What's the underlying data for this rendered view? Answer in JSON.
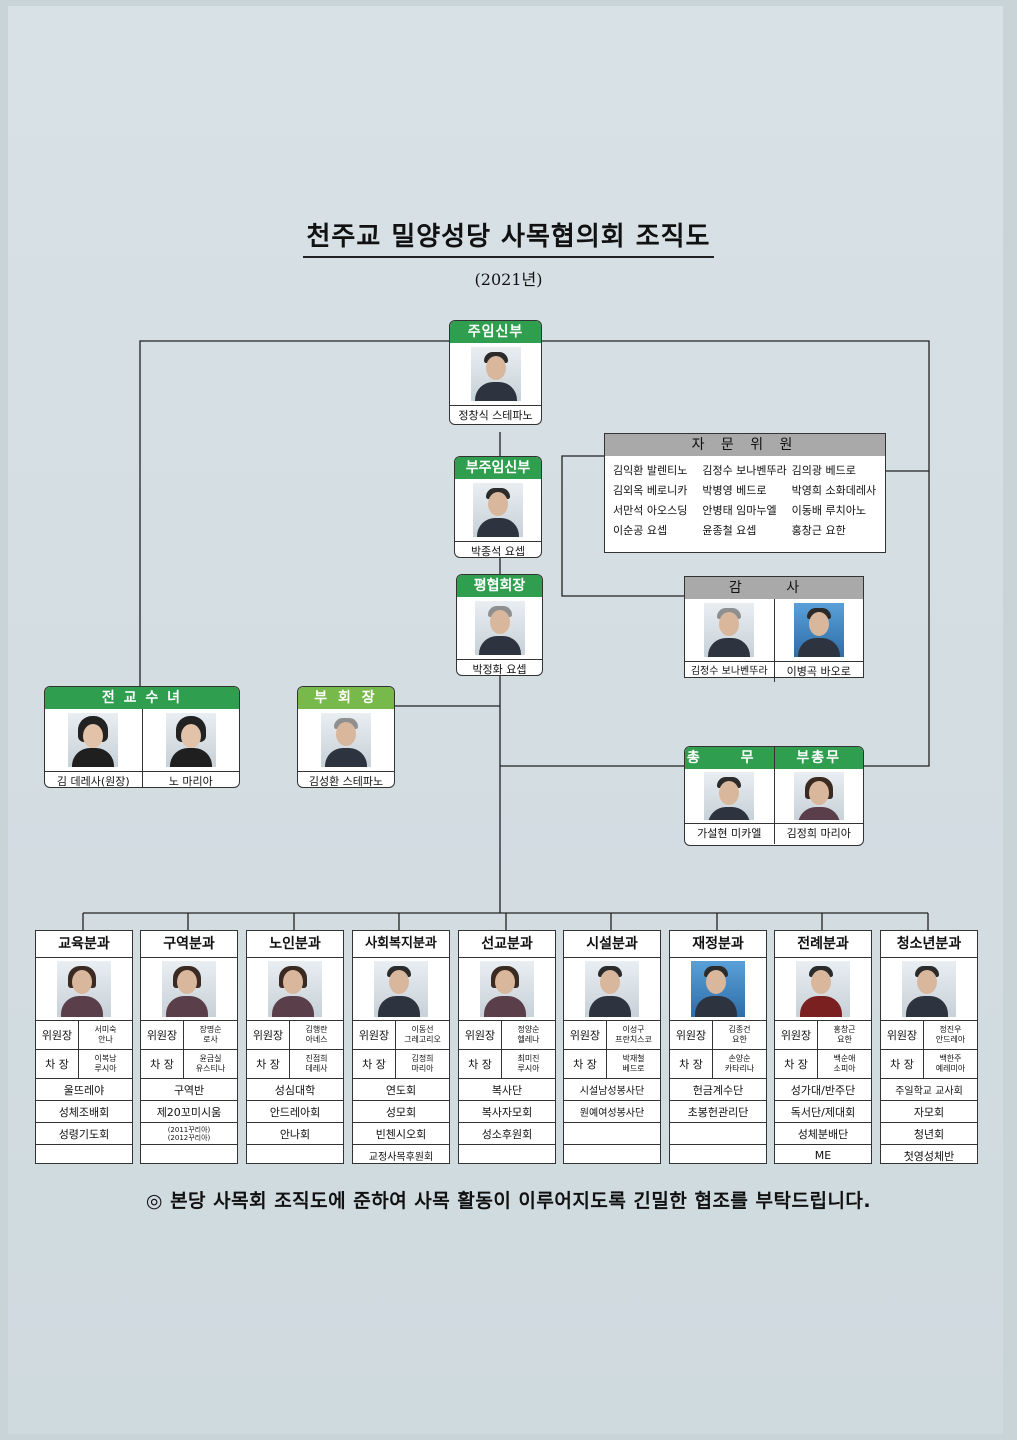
{
  "title": "천주교 밀양성당 사목협의회 조직도",
  "year": "(2021년)",
  "pastor": {
    "label": "주임신부",
    "name": "정창식 스테파노"
  },
  "assistant": {
    "label": "부주임신부",
    "name": "박종석 요셉"
  },
  "president": {
    "label": "평협회장",
    "name": "박정화 요셉"
  },
  "vice_president": {
    "label": "부 회 장",
    "name": "김성환 스테파노"
  },
  "nuns": {
    "label": "전 교 수 녀",
    "members": [
      "김 데레사(원장)",
      "노 마리아"
    ]
  },
  "advisory": {
    "label": "자 문 위 원",
    "members": [
      "김익환 발렌티노",
      "김정수 보나벤뚜라",
      "김의광 베드로",
      "김외옥 베로니카",
      "박병영 베드로",
      "박영희 소화데레사",
      "서만석 아오스딩",
      "안병태 임마누엘",
      "이동배 루치아노",
      "이순공 요셉",
      "윤종철 요셉",
      "홍창근 요한"
    ]
  },
  "audit": {
    "label": "감 사",
    "members": [
      "김정수 보나벤뚜라",
      "이병곡 바오로"
    ]
  },
  "general": {
    "label": "총 무",
    "name": "가설현 미카엘"
  },
  "vice_general": {
    "label": "부총무",
    "name": "김정희 마리아"
  },
  "role_chair": "위원장",
  "role_vice": "차 장",
  "departments": [
    {
      "name": "교육분과",
      "chair": "서미숙\n안나",
      "vice": "이복남\n루시아",
      "groups": [
        "울뜨레야",
        "성체조배회",
        "성령기도회",
        ""
      ]
    },
    {
      "name": "구역분과",
      "chair": "장명순\n로사",
      "vice": "윤금실\n유스티나",
      "groups": [
        "구역반",
        "제20꼬미시움",
        "(2011꾸리아)\n(2012꾸리아)",
        ""
      ]
    },
    {
      "name": "노인분과",
      "chair": "김행란\n아녜스",
      "vice": "진점희\n데레사",
      "groups": [
        "성심대학",
        "안드레아회",
        "안나회",
        ""
      ]
    },
    {
      "name": "사회복지분과",
      "chair": "이동선\n그레고리오",
      "vice": "김정희\n마리아",
      "groups": [
        "연도회",
        "성모회",
        "빈첸시오회",
        "교정사목후원회"
      ]
    },
    {
      "name": "선교분과",
      "chair": "정양순\n헬레나",
      "vice": "최미진\n루시아",
      "groups": [
        "복사단",
        "복사자모회",
        "성소후원회",
        ""
      ]
    },
    {
      "name": "시설분과",
      "chair": "이성구\n프란치스코",
      "vice": "박재철\n베드로",
      "groups": [
        "시설남성봉사단",
        "원예여성봉사단",
        "",
        ""
      ]
    },
    {
      "name": "재정분과",
      "chair": "김종건\n요한",
      "vice": "손양순\n카타리나",
      "groups": [
        "헌금계수단",
        "초봉헌관리단",
        "",
        ""
      ]
    },
    {
      "name": "전례분과",
      "chair": "홍창근\n요한",
      "vice": "백순애\n소피아",
      "groups": [
        "성가대/반주단",
        "독서단/제대회",
        "성체분배단",
        "ME"
      ]
    },
    {
      "name": "청소년분과",
      "chair": "정진우\n안드레아",
      "vice": "백한주\n예레미아",
      "groups": [
        "주일학교 교사회",
        "자모회",
        "청년회",
        "첫영성체반"
      ]
    }
  ],
  "footer": "◎ 본당 사목회 조직도에 준하여 사목 활동이 이루어지도록 긴밀한 협조를 부탁드립니다."
}
